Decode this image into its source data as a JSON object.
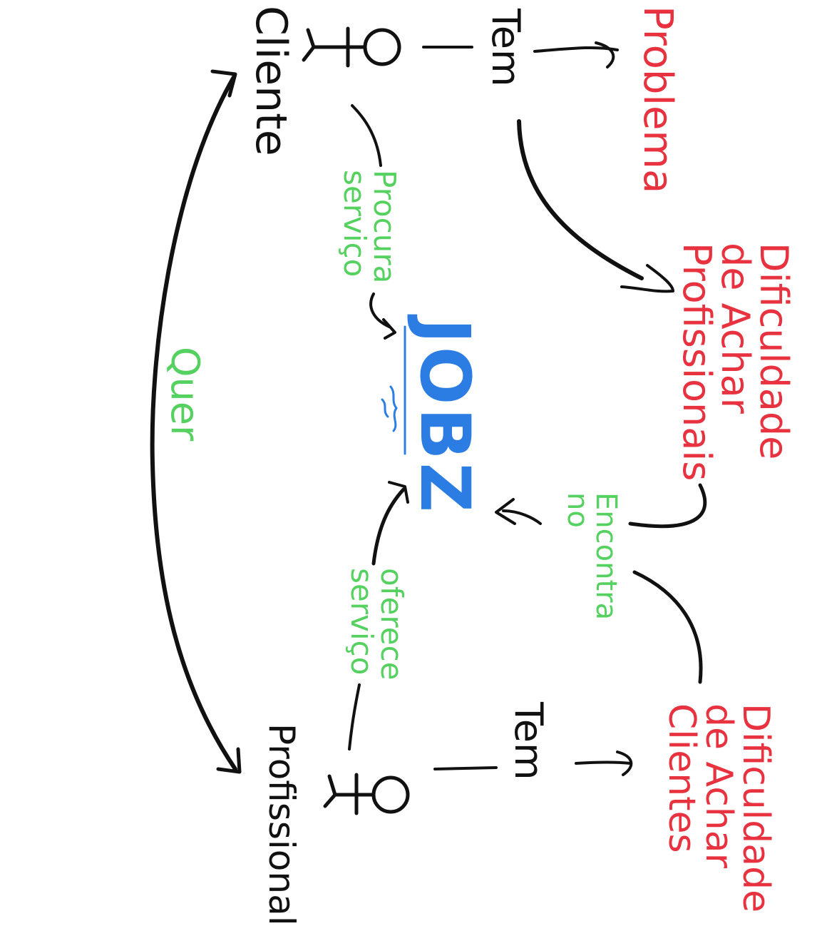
{
  "labels": {
    "cliente": "Cliente",
    "profissional": "Profissional",
    "problema": "Problema",
    "tem_cliente": "Tem",
    "tem_profissional": "Tem",
    "dificuldade_profissionais": "Dificuldade\nde Achar\nProfissionais",
    "dificuldade_clientes": "Dificuldade\nde Achar\nClientes",
    "procura_servico": "Procura\nserviço",
    "oferece_servico": "oferece\nserviço",
    "encontra_no": "Encontra\nno",
    "quer": "Quer",
    "jobz": "JOBZ"
  },
  "colors": {
    "problem": "#e8323f",
    "action": "#55d15f",
    "actor": "#111111",
    "brand": "#2b7de3"
  }
}
